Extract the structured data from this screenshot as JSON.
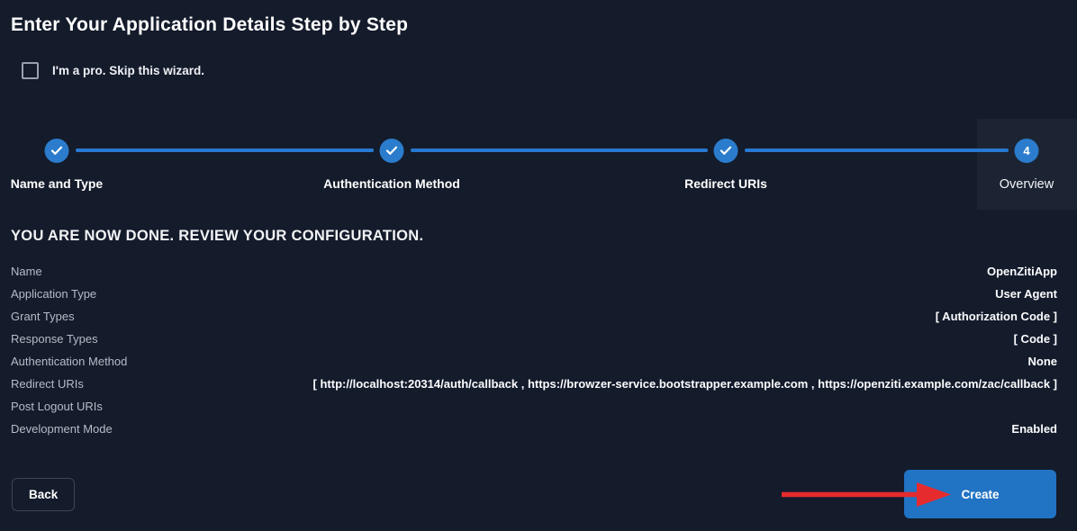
{
  "page": {
    "title": "Enter Your Application Details Step by Step",
    "skip_checkbox": {
      "label": "I'm a pro. Skip this wizard.",
      "checked": false
    }
  },
  "stepper": {
    "steps": [
      {
        "label": "Name and Type",
        "state": "done"
      },
      {
        "label": "Authentication Method",
        "state": "done"
      },
      {
        "label": "Redirect URIs",
        "state": "done"
      },
      {
        "label": "Overview",
        "state": "current",
        "number": "4"
      }
    ]
  },
  "review": {
    "heading": "YOU ARE NOW DONE. REVIEW YOUR CONFIGURATION.",
    "rows": [
      {
        "label": "Name",
        "value": "OpenZitiApp"
      },
      {
        "label": "Application Type",
        "value": "User Agent"
      },
      {
        "label": "Grant Types",
        "value": "[ Authorization Code ]"
      },
      {
        "label": "Response Types",
        "value": "[ Code ]"
      },
      {
        "label": "Authentication Method",
        "value": "None"
      },
      {
        "label": "Redirect URIs",
        "value": "[ http://localhost:20314/auth/callback , https://browzer-service.bootstrapper.example.com , https://openziti.example.com/zac/callback ]"
      },
      {
        "label": "Post Logout URIs",
        "value": ""
      },
      {
        "label": "Development Mode",
        "value": "Enabled"
      }
    ]
  },
  "footer": {
    "back_label": "Back",
    "create_label": "Create"
  },
  "colors": {
    "background": "#141b2b",
    "step_accent_blue": "#2b7ccc",
    "connector_blue": "#2879d2",
    "create_button_blue": "#2173c4",
    "annotation_arrow_red": "#e62b2e",
    "current_step_highlight": "#1c2434",
    "label_grey": "#b6bbc6"
  },
  "icons": {
    "step_check": "checkmark",
    "annotation": "red-arrow-pointing-right"
  }
}
